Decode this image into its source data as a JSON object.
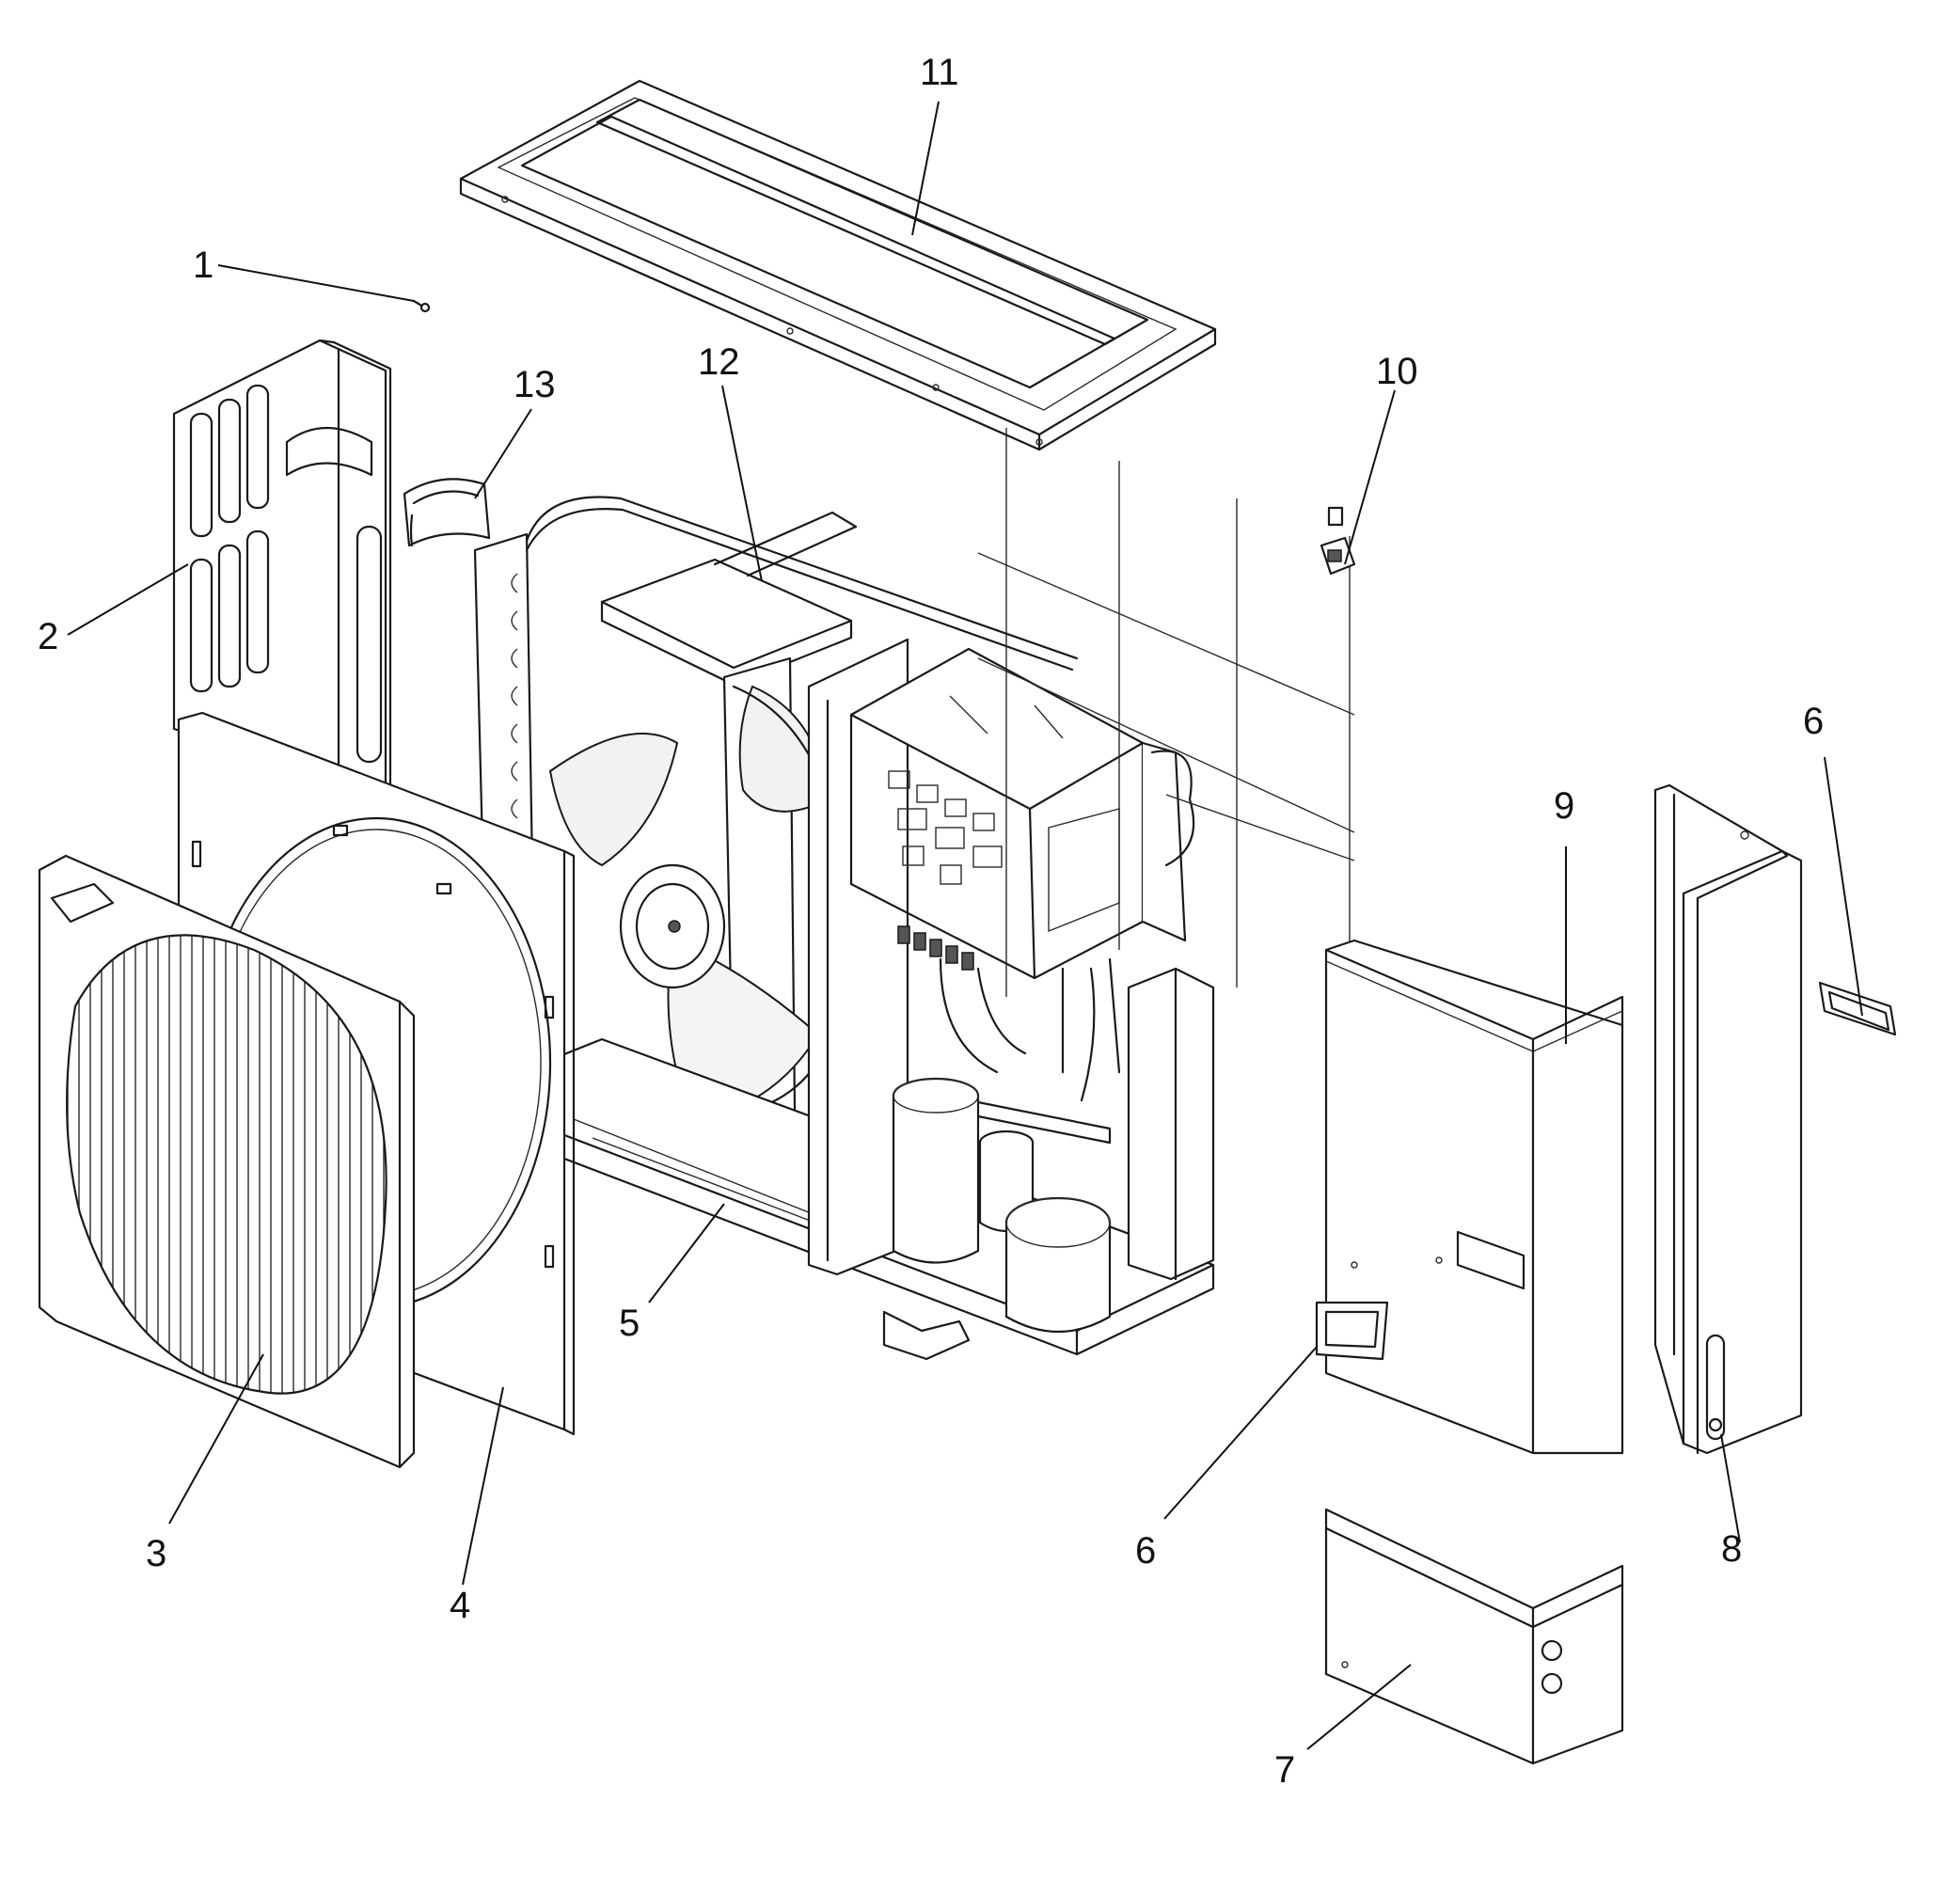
{
  "diagram": {
    "callouts": [
      {
        "id": "c1",
        "text": "1"
      },
      {
        "id": "c2",
        "text": "2"
      },
      {
        "id": "c3",
        "text": "3"
      },
      {
        "id": "c4",
        "text": "4"
      },
      {
        "id": "c5",
        "text": "5"
      },
      {
        "id": "c6a",
        "text": "6"
      },
      {
        "id": "c6b",
        "text": "6"
      },
      {
        "id": "c7",
        "text": "7"
      },
      {
        "id": "c8",
        "text": "8"
      },
      {
        "id": "c9",
        "text": "9"
      },
      {
        "id": "c10",
        "text": "10"
      },
      {
        "id": "c11",
        "text": "11"
      },
      {
        "id": "c12",
        "text": "12"
      },
      {
        "id": "c13",
        "text": "13"
      }
    ]
  }
}
